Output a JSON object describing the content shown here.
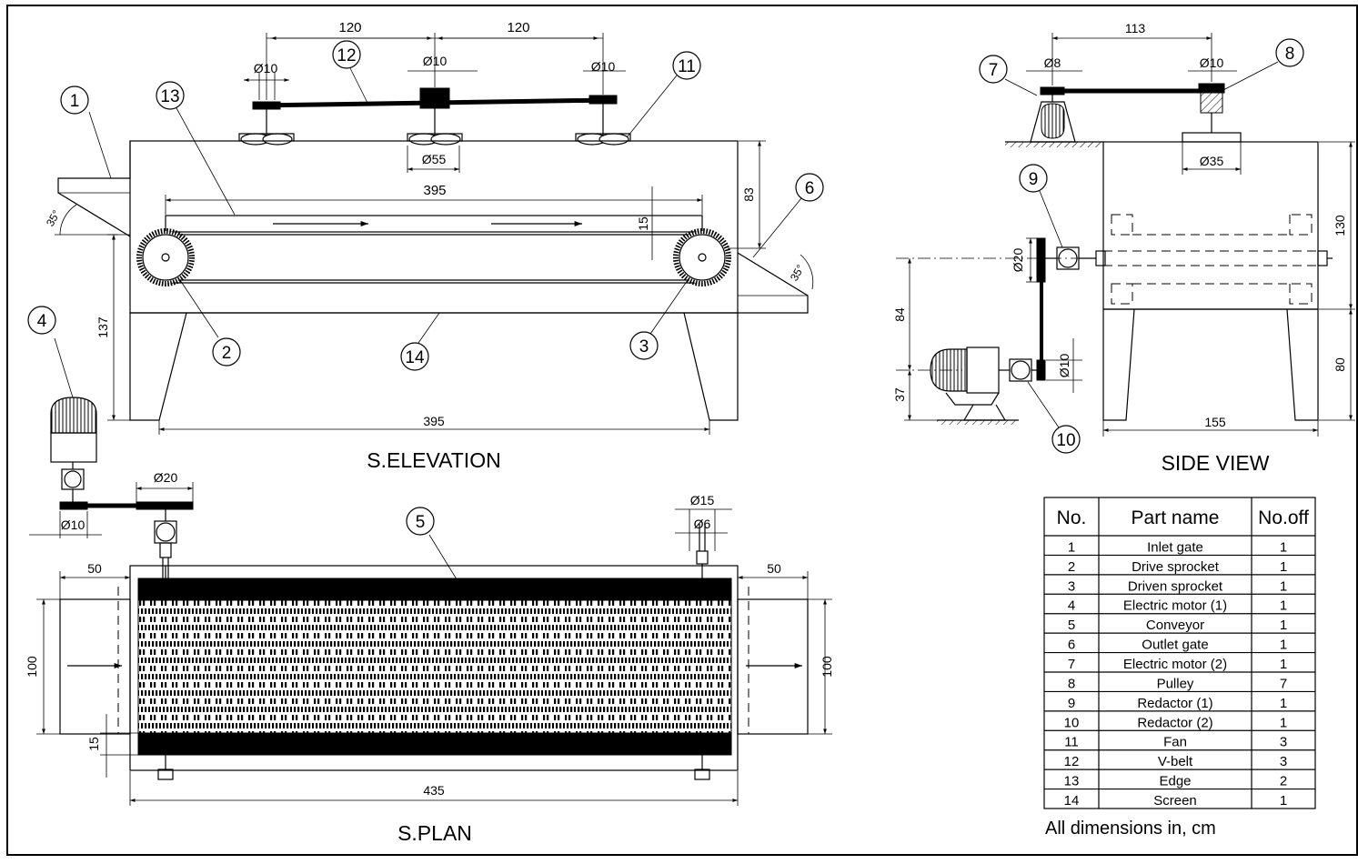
{
  "views": {
    "elevation_title": "S.ELEVATION",
    "side_title": "SIDE VIEW",
    "plan_title": "S.PLAN"
  },
  "balloons": [
    "1",
    "2",
    "3",
    "4",
    "5",
    "6",
    "7",
    "8",
    "9",
    "10",
    "11",
    "12",
    "13",
    "14"
  ],
  "dimensions": {
    "elev_120a": "120",
    "elev_120b": "120",
    "elev_d10a": "Ø10",
    "elev_d10b": "Ø10",
    "elev_d10c": "Ø10",
    "elev_d55": "Ø55",
    "elev_395top": "395",
    "elev_395bottom": "395",
    "elev_83": "83",
    "elev_15": "15",
    "elev_137": "137",
    "elev_angle_in": "35°",
    "elev_angle_out": "35°",
    "side_113": "113",
    "side_d8": "Ø8",
    "side_d10top": "Ø10",
    "side_d35": "Ø35",
    "side_d20": "Ø20",
    "side_d10motor": "Ø10",
    "side_84": "84",
    "side_37": "37",
    "side_130": "130",
    "side_80": "80",
    "side_155": "155",
    "plan_d20": "Ø20",
    "plan_d10": "Ø10",
    "plan_d15": "Ø15",
    "plan_d6": "Ø6",
    "plan_50left": "50",
    "plan_50right": "50",
    "plan_100left": "100",
    "plan_100right": "100",
    "plan_15": "15",
    "plan_435": "435"
  },
  "parts_table": {
    "headers": [
      "No.",
      "Part name",
      "No.off"
    ],
    "rows": [
      [
        "1",
        "Inlet gate",
        "1"
      ],
      [
        "2",
        "Drive sprocket",
        "1"
      ],
      [
        "3",
        "Driven sprocket",
        "1"
      ],
      [
        "4",
        "Electric motor (1)",
        "1"
      ],
      [
        "5",
        "Conveyor",
        "1"
      ],
      [
        "6",
        "Outlet gate",
        "1"
      ],
      [
        "7",
        "Electric motor (2)",
        "1"
      ],
      [
        "8",
        "Pulley",
        "7"
      ],
      [
        "9",
        "Redactor (1)",
        "1"
      ],
      [
        "10",
        "Redactor (2)",
        "1"
      ],
      [
        "11",
        "Fan",
        "3"
      ],
      [
        "12",
        "V-belt",
        "3"
      ],
      [
        "13",
        "Edge",
        "2"
      ],
      [
        "14",
        "Screen",
        "1"
      ]
    ]
  },
  "note": "All dimensions in, cm"
}
